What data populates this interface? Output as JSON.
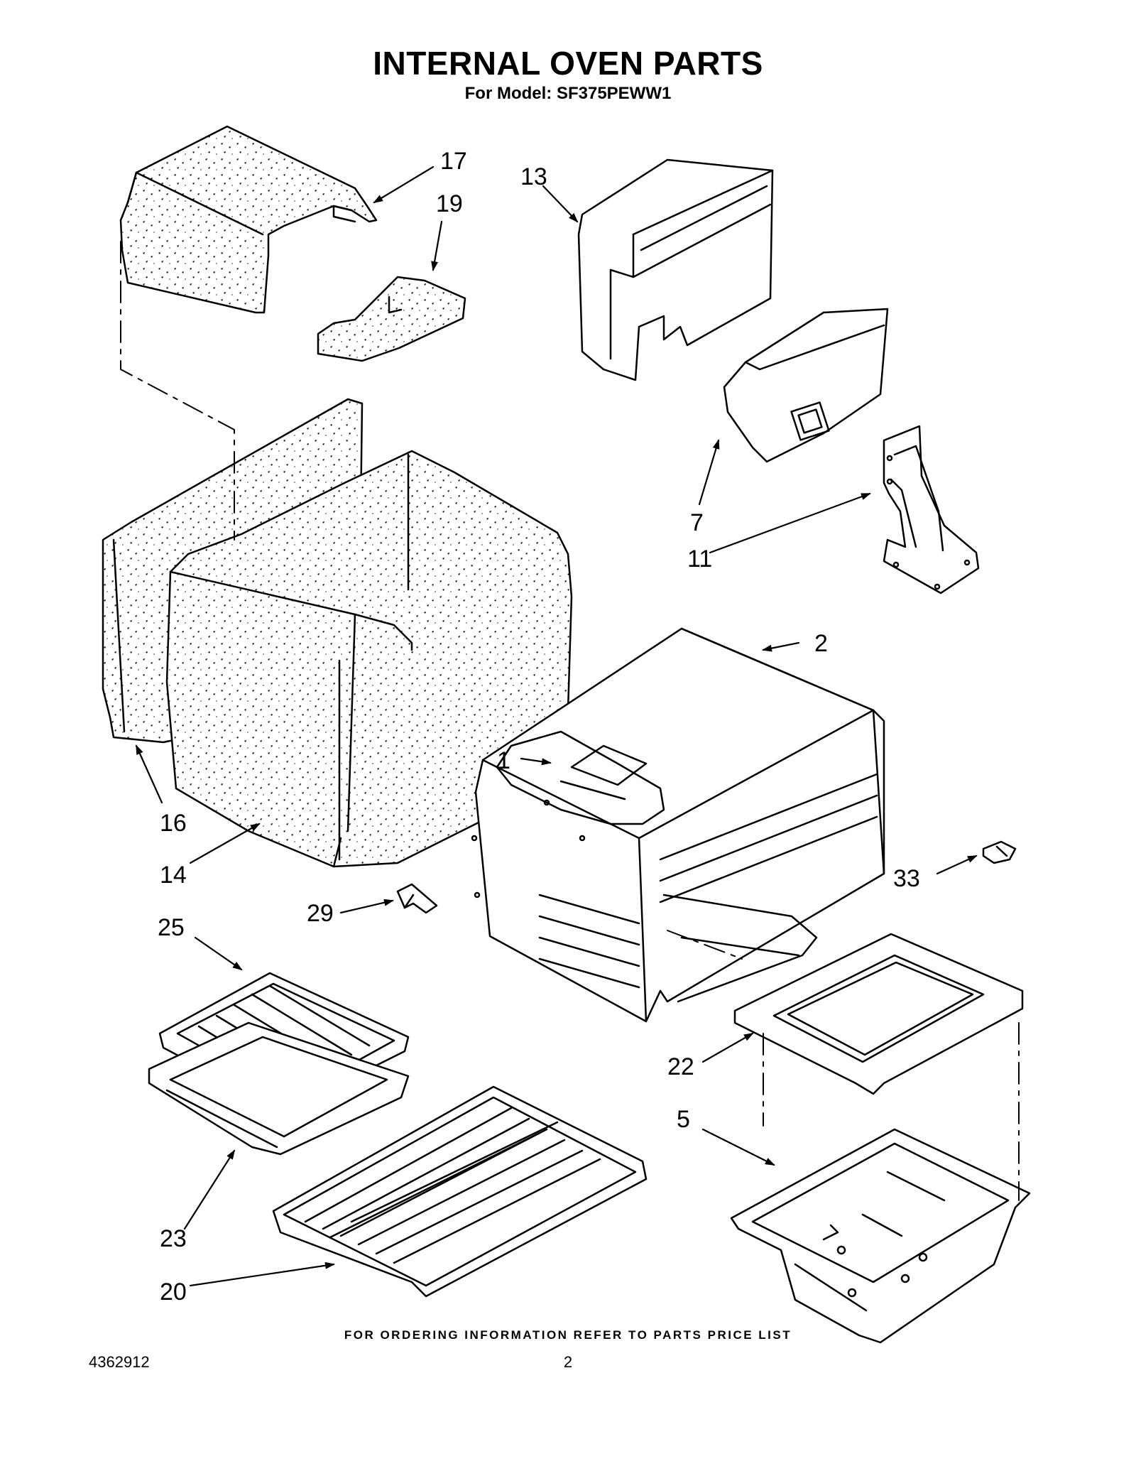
{
  "header": {
    "title": "INTERNAL OVEN PARTS",
    "subtitle": "For Model: SF375PEWW1"
  },
  "callouts": [
    "17",
    "19",
    "13",
    "7",
    "11",
    "2",
    "1",
    "16",
    "14",
    "29",
    "33",
    "25",
    "22",
    "5",
    "23",
    "20"
  ],
  "footer": {
    "order_note": "FOR ORDERING INFORMATION REFER TO PARTS PRICE LIST",
    "doc_number": "4362912",
    "page_number": "2"
  },
  "colors": {
    "line": "#000000",
    "background": "#ffffff"
  }
}
